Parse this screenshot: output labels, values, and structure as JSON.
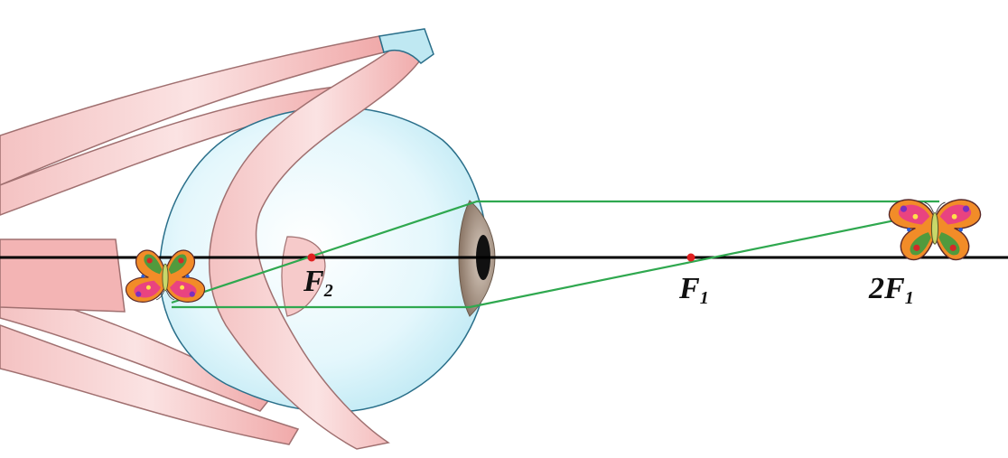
{
  "labels": {
    "f2": {
      "main": "F",
      "sub": "2"
    },
    "f1": {
      "main": "F",
      "sub": "1"
    },
    "twof1": {
      "main": "2F",
      "sub": "1"
    }
  },
  "colors": {
    "axis": "#000000",
    "rays": "#2fa84f",
    "focal_point": "#e02020",
    "eyeball_fill": "#d6f3fb",
    "eyeball_stroke": "#2a6f8a",
    "muscle_fill": "#f2b3b3",
    "muscle_stroke": "#a07070",
    "iris": "#9b8878",
    "pupil": "#111111",
    "tendon": "#bfe8f2"
  },
  "icons": {
    "object": "butterfly-icon",
    "image": "butterfly-inverted-icon"
  }
}
